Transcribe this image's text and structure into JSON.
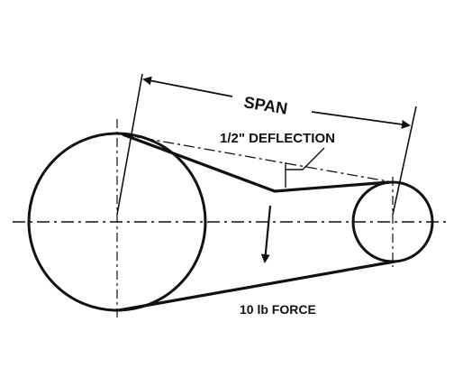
{
  "labels": {
    "span": "SPAN",
    "deflection": "1/2\" DEFLECTION",
    "force": "10 lb FORCE"
  },
  "colors": {
    "ink": "#111111",
    "background": "#ffffff"
  }
}
